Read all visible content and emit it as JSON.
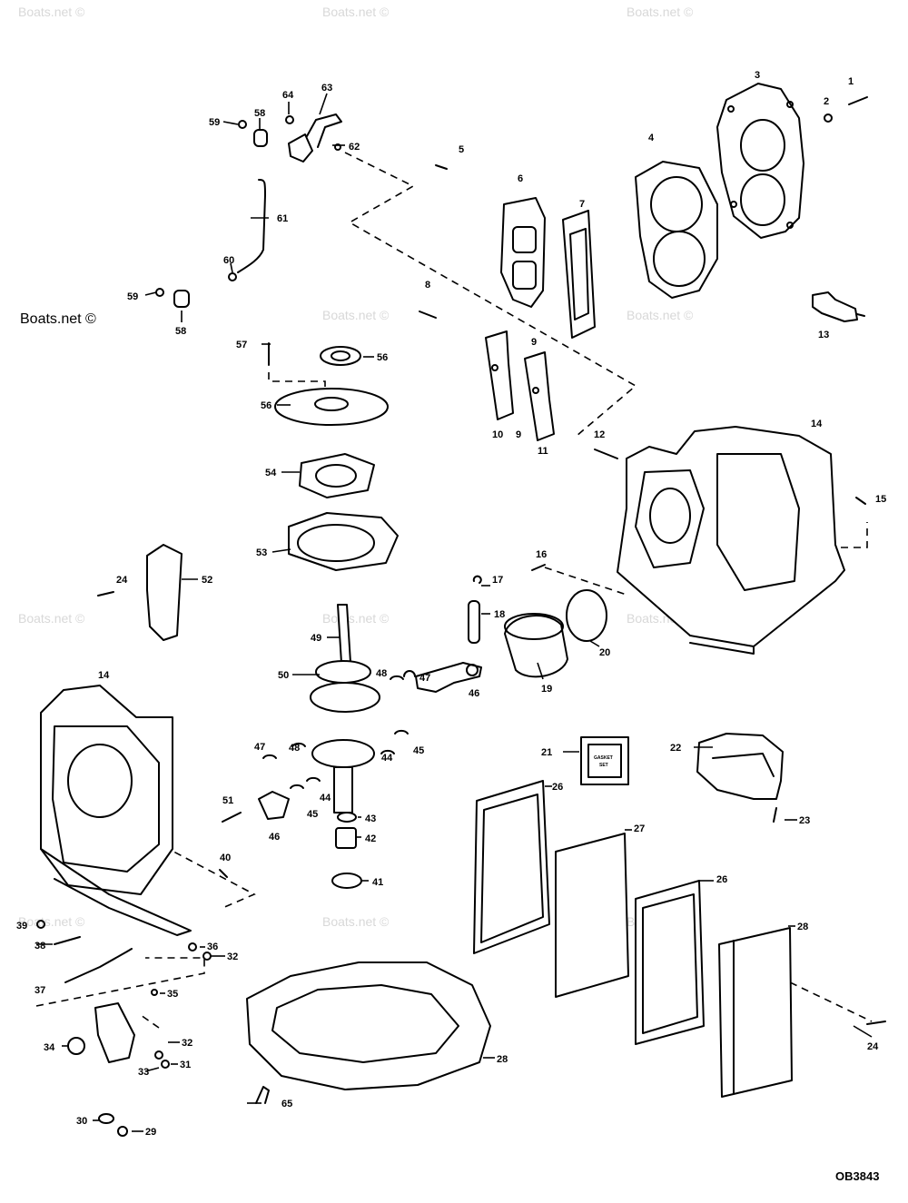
{
  "watermark": {
    "main": "Boats.net ©",
    "faint": "Boats.net ©"
  },
  "drawing_code": "OB3843",
  "gasket_box_text": [
    "GASKET",
    "SET"
  ],
  "callouts": {
    "c1": "1",
    "c2": "2",
    "c3": "3",
    "c4": "4",
    "c5": "5",
    "c6": "6",
    "c7": "7",
    "c8": "8",
    "c9a": "9",
    "c9b": "9",
    "c10": "10",
    "c11": "11",
    "c12": "12",
    "c13": "13",
    "c14a": "14",
    "c14b": "14",
    "c15": "15",
    "c16": "16",
    "c17": "17",
    "c18": "18",
    "c19": "19",
    "c20": "20",
    "c21": "21",
    "c22": "22",
    "c23": "23",
    "c24a": "24",
    "c24b": "24",
    "c26a": "26",
    "c26b": "26",
    "c27": "27",
    "c28a": "28",
    "c28b": "28",
    "c29": "29",
    "c30": "30",
    "c31": "31",
    "c32a": "32",
    "c32b": "32",
    "c33": "33",
    "c34": "34",
    "c35": "35",
    "c36": "36",
    "c37": "37",
    "c38": "38",
    "c39": "39",
    "c40": "40",
    "c41": "41",
    "c42": "42",
    "c43": "43",
    "c44a": "44",
    "c44b": "44",
    "c45a": "45",
    "c45b": "45",
    "c46a": "46",
    "c46b": "46",
    "c47a": "47",
    "c47b": "47",
    "c48a": "48",
    "c48b": "48",
    "c49": "49",
    "c50": "50",
    "c51": "51",
    "c52": "52",
    "c53": "53",
    "c54": "54",
    "c56a": "56",
    "c56b": "56",
    "c57": "57",
    "c58a": "58",
    "c58b": "58",
    "c59a": "59",
    "c59b": "59",
    "c60": "60",
    "c61": "61",
    "c62": "62",
    "c63": "63",
    "c64": "64",
    "c65": "65"
  }
}
